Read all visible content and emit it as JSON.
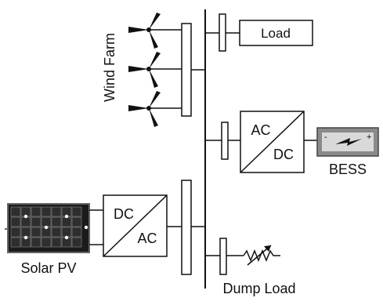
{
  "diagram": {
    "labels": {
      "wind_farm": "Wind Farm",
      "load": "Load",
      "ac_dc_top": "AC",
      "ac_dc_bottom": "DC",
      "bess": "BESS",
      "bess_neg": "-",
      "bess_pos": "+",
      "dc_ac_top": "DC",
      "dc_ac_bottom": "AC",
      "solar_pv": "Solar PV",
      "dump_load": "Dump Load"
    },
    "colors": {
      "line": "#111111",
      "panel_dark": "#1b1b1b",
      "panel_cell": "#2e2e2e",
      "battery_body": "#8a8a8a",
      "battery_inner": "#d9d9d9"
    }
  }
}
